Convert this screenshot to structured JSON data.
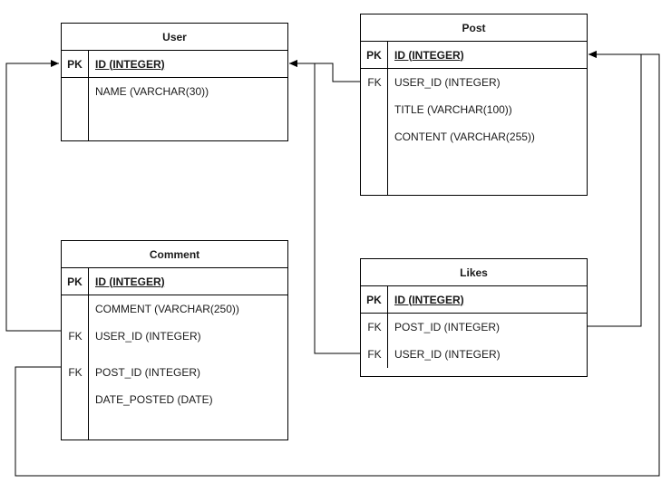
{
  "tables": {
    "user": {
      "title": "User",
      "pk": {
        "key": "PK",
        "field": "ID (INTEGER)"
      },
      "rows": [
        {
          "key": "",
          "field": "NAME (VARCHAR(30))"
        }
      ]
    },
    "post": {
      "title": "Post",
      "pk": {
        "key": "PK",
        "field": "ID (INTEGER)"
      },
      "rows": [
        {
          "key": "FK",
          "field": "USER_ID (INTEGER)"
        },
        {
          "key": "",
          "field": "TITLE (VARCHAR(100))"
        },
        {
          "key": "",
          "field": "CONTENT (VARCHAR(255))"
        }
      ]
    },
    "comment": {
      "title": "Comment",
      "pk": {
        "key": "PK",
        "field": "ID (INTEGER)"
      },
      "rows": [
        {
          "key": "",
          "field": "COMMENT (VARCHAR(250))"
        },
        {
          "key": "FK",
          "field": "USER_ID (INTEGER)"
        },
        {
          "key": "",
          "field": ""
        },
        {
          "key": "FK",
          "field": "POST_ID (INTEGER)"
        },
        {
          "key": "",
          "field": "DATE_POSTED (DATE)"
        }
      ]
    },
    "likes": {
      "title": "Likes",
      "pk": {
        "key": "PK",
        "field": "ID (INTEGER)"
      },
      "rows": [
        {
          "key": "FK",
          "field": "POST_ID (INTEGER)"
        },
        {
          "key": "FK",
          "field": "USER_ID (INTEGER)"
        }
      ]
    }
  },
  "relationships": [
    {
      "from": "post.USER_ID",
      "to": "user.ID"
    },
    {
      "from": "comment.USER_ID",
      "to": "user.ID"
    },
    {
      "from": "likes.USER_ID",
      "to": "user.ID"
    },
    {
      "from": "likes.POST_ID",
      "to": "post.ID"
    },
    {
      "from": "comment.POST_ID",
      "to": "post.ID"
    }
  ]
}
